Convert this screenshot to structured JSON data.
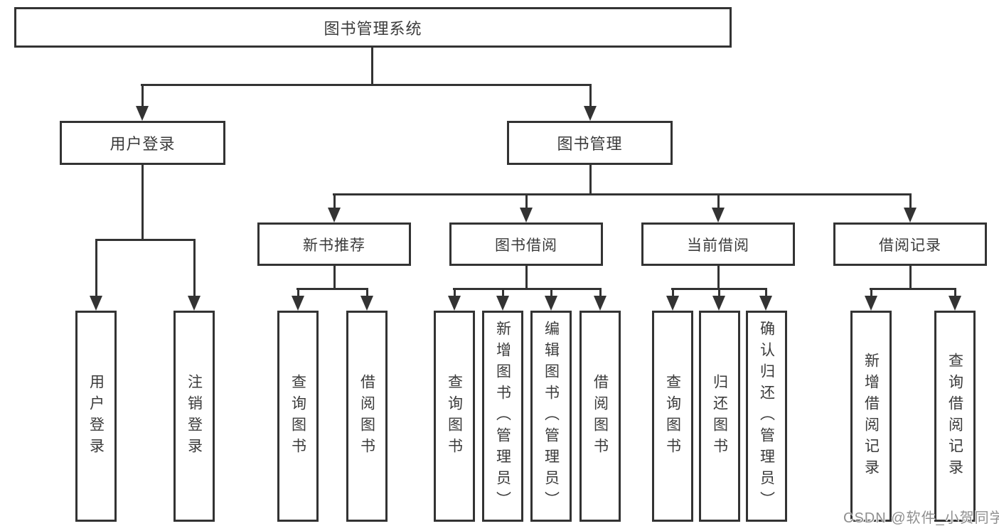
{
  "title": "图书管理系统",
  "colors": {
    "line": "#333333",
    "text": "#3b3b3b",
    "box_background": "#ffffff",
    "watermark": "#8f8f8f"
  },
  "watermark": {
    "text": "CSDN @软件_小贺同学"
  },
  "tree": {
    "root": {
      "label": "图书管理系统"
    },
    "level1": [
      {
        "label": "用户登录",
        "children": [
          "用户登录",
          "注销登录"
        ]
      },
      {
        "label": "图书管理"
      }
    ],
    "level2": [
      {
        "label": "新书推荐",
        "children": [
          "查询图书",
          "借阅图书"
        ]
      },
      {
        "label": "图书借阅",
        "children": [
          "查询图书",
          "新增图书（管理员）",
          "编辑图书（管理员）",
          "借阅图书"
        ]
      },
      {
        "label": "当前借阅",
        "children": [
          "查询图书",
          "归还图书",
          "确认归还（管理员）"
        ]
      },
      {
        "label": "借阅记录",
        "children": [
          "新增借阅记录",
          "查询借阅记录"
        ]
      }
    ]
  }
}
